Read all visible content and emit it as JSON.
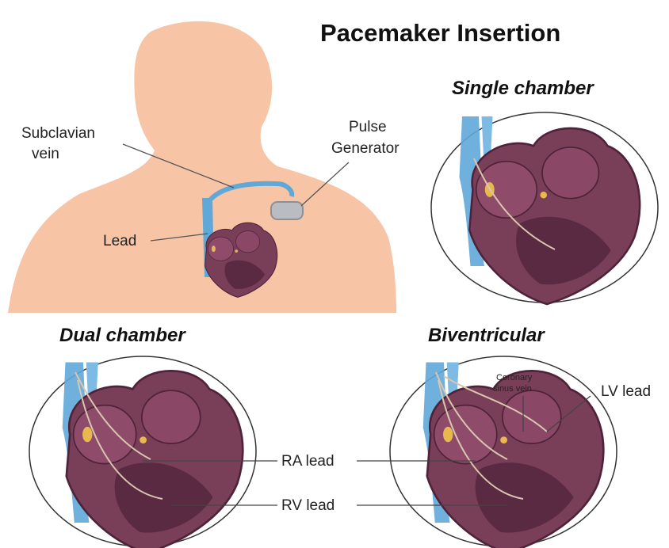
{
  "title": "Pacemaker Insertion",
  "panels": {
    "single": "Single chamber",
    "dual": "Dual chamber",
    "biv": "Biventricular"
  },
  "labels": {
    "subclavian_1": "Subclavian",
    "subclavian_2": "vein",
    "pulse_1": "Pulse",
    "pulse_2": "Generator",
    "lead": "Lead",
    "ra_lead": "RA lead",
    "rv_lead": "RV lead",
    "lv_lead": "LV lead",
    "coronary_1": "Coronary",
    "coronary_2": "sinus vein"
  },
  "colors": {
    "skin": "#f8c4a6",
    "heart": "#7a3f58",
    "heart_dark": "#4e2238",
    "vein": "#5fa8d8",
    "generator": "#b9bcc0"
  }
}
